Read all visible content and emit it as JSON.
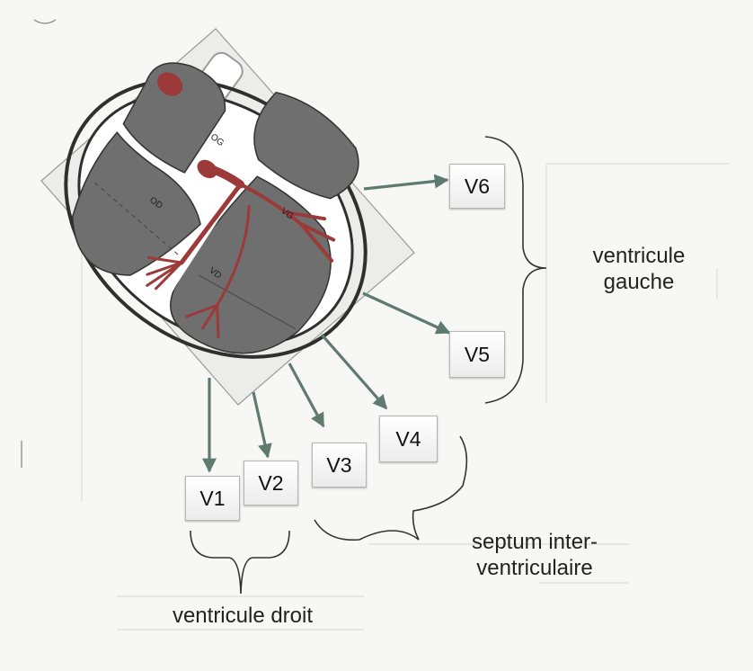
{
  "leads": {
    "v1": "V1",
    "v2": "V2",
    "v3": "V3",
    "v4": "V4",
    "v5": "V5",
    "v6": "V6"
  },
  "regions": {
    "left_ventricle": {
      "line1": "ventricule",
      "line2": "gauche"
    },
    "septum": {
      "line1": "septum inter-",
      "line2": "ventriculaire"
    },
    "right_ventricle": "ventricule droit"
  },
  "heart_labels": {
    "og": "OG",
    "od": "OD",
    "vg": "VG",
    "vd": "VD"
  },
  "colors": {
    "chamber_fill": "#6f6f6f",
    "conduction_system": "#9c3a3a",
    "arrow": "#5f7a70",
    "card": "#ececea"
  }
}
